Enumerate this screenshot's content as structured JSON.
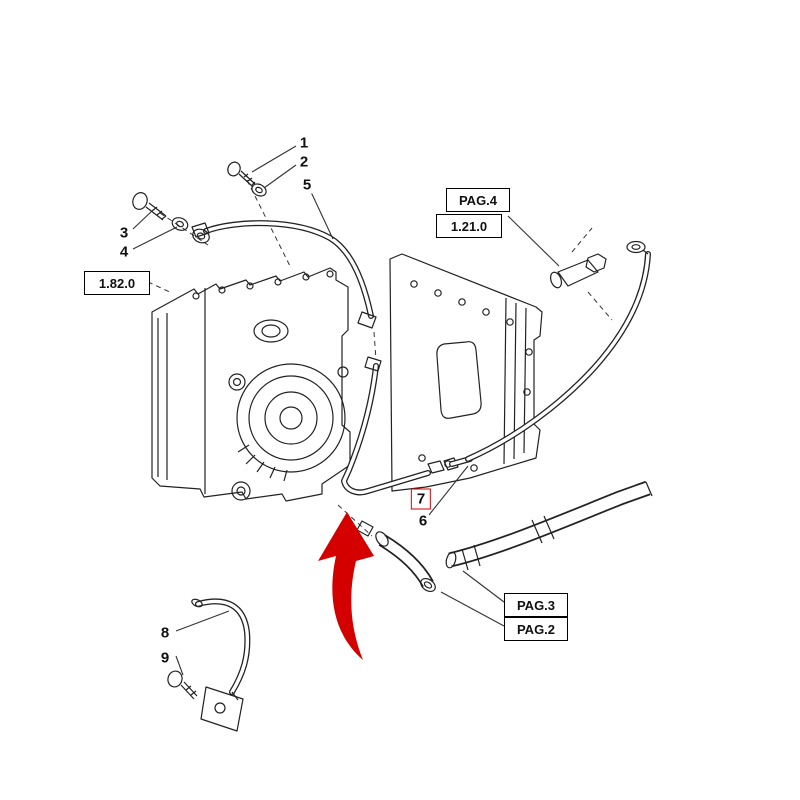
{
  "colors": {
    "line": "#222222",
    "highlight": "#d40000"
  },
  "callouts": {
    "c1": "1",
    "c2": "2",
    "c3": "3",
    "c4": "4",
    "c5": "5",
    "c6": "6",
    "c7": "7",
    "c8": "8",
    "c9": "9"
  },
  "refs": {
    "pag4": "PAG.4",
    "sec1210": "1.21.0",
    "sec1820": "1.82.0",
    "pag3": "PAG.3",
    "pag2": "PAG.2"
  }
}
